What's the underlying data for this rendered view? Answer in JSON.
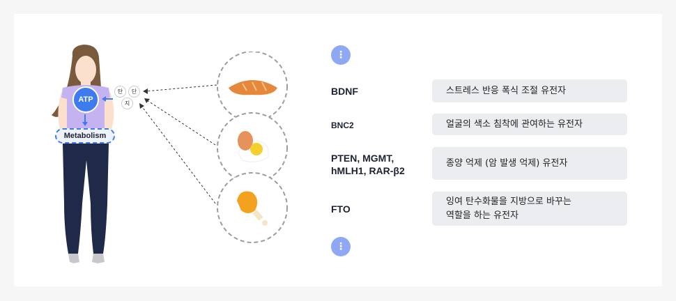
{
  "figure": {
    "atp_label": "ATP",
    "metabolism_label": "Metabolism",
    "macronutrients": {
      "carb": "탄",
      "protein": "단",
      "fat": "지"
    },
    "foods": [
      "bread-icon",
      "egg-icon",
      "chicken-leg-icon"
    ]
  },
  "genes": [
    {
      "name": "BDNF",
      "description": "스트레스 반응 폭식 조절 유전자"
    },
    {
      "name": "BNC2",
      "description": "얼굴의 색소 침착에 관여하는 유전자"
    },
    {
      "name": "PTEN, MGMT,\nhMLH1, RAR-β2",
      "description": "종양 억제 (암 발생 억제) 유전자"
    },
    {
      "name": "FTO",
      "description": "잉여 탄수화물을 지방으로 바꾸는\n역할을 하는 유전자"
    }
  ],
  "more_indicator": "⋮",
  "colors": {
    "accent": "#3d7bef",
    "dots": "#8ea8f3",
    "shirt": "#c4b3f0",
    "pants": "#1e2a48",
    "hair": "#7a5a3c",
    "skin": "#fbe1cd",
    "panel": "#ebedf1"
  }
}
